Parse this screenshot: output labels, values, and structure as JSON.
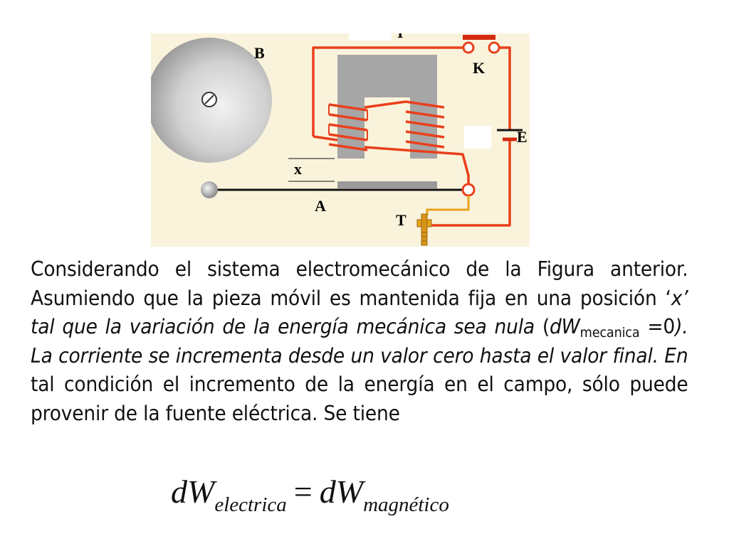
{
  "figure": {
    "labels": {
      "B": "B",
      "I": "I",
      "K": "K",
      "E": "E",
      "x": "x",
      "A": "A",
      "T": "T"
    },
    "colors": {
      "background": "#faf3dc",
      "wire": "#e8401c",
      "core": "#a8a8a8",
      "bell": "#c8c8c8",
      "screw": "#e8a31c"
    }
  },
  "paragraph": {
    "p1": "Considerando el sistema electromecánico de la Figura anterior. Asumiendo que la pieza móvil es mantenida fija en una posición ‘",
    "p2": "x’ tal que la variación de la energía mecánica sea nula",
    "p3": " (",
    "p4": "dW",
    "p5": "mecanica",
    "p6": " =0",
    "p7": "). La corriente se incrementa desde un valor cero hasta el valor final. En",
    "p8": " tal condición el incremento de la energía en el campo, sólo puede provenir de la fuente eléctrica. Se tiene"
  },
  "equation": {
    "lhs": "dW",
    "lhs_sub": "electrica",
    "eq": "=",
    "rhs": "dW",
    "rhs_sub": "magnético"
  }
}
